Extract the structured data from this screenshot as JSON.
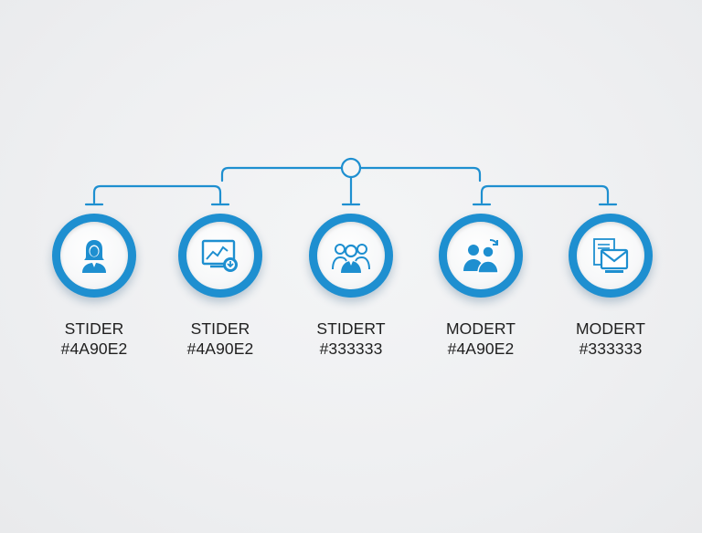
{
  "colors": {
    "line": "#1e8fd0",
    "node_ring": "#1e8fd0",
    "icon": "#1e8fd0",
    "text": "#1f1f1f",
    "background": "#eeeff1"
  },
  "nodes": [
    {
      "icon": "person-female-icon",
      "line1": "STIDER",
      "line2": "#4A90E2"
    },
    {
      "icon": "chart-monitor-icon",
      "line1": "STIDER",
      "line2": "#4A90E2"
    },
    {
      "icon": "team-group-icon",
      "line1": "STIDERT",
      "line2": "#333333"
    },
    {
      "icon": "user-pair-icon",
      "line1": "MODERT",
      "line2": "#4A90E2"
    },
    {
      "icon": "mail-document-icon",
      "line1": "MODERT",
      "line2": "#333333"
    }
  ]
}
